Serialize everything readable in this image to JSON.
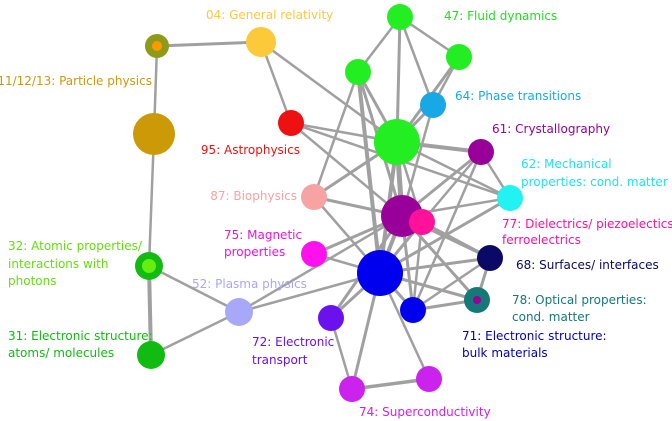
{
  "diagram": {
    "nodes": [
      {
        "id": "n04",
        "color": "#fcc93b"
      },
      {
        "id": "n47a",
        "color": "#22ee22"
      },
      {
        "id": "n47b",
        "color": "#22ee22"
      },
      {
        "id": "n47c",
        "color": "#22ee22"
      },
      {
        "id": "n47main",
        "color": "#22ee22"
      },
      {
        "id": "n64",
        "color": "#18a8e6"
      },
      {
        "id": "n11",
        "color": "#8f9b18"
      },
      {
        "id": "n11main",
        "color": "#cc9a06"
      },
      {
        "id": "n95",
        "color": "#ee1111"
      },
      {
        "id": "n61",
        "color": "#990099"
      },
      {
        "id": "n62",
        "color": "#22f2f2"
      },
      {
        "id": "n87",
        "color": "#f7a3a3"
      },
      {
        "id": "n61main",
        "color": "#990099"
      },
      {
        "id": "n77",
        "color": "#ff1199"
      },
      {
        "id": "n68",
        "color": "#0a0a66"
      },
      {
        "id": "n75",
        "color": "#ff11ee"
      },
      {
        "id": "n32",
        "color": "#11bb11"
      },
      {
        "id": "n52",
        "color": "#a8a8f8"
      },
      {
        "id": "nMain",
        "color": "#0000ee"
      },
      {
        "id": "n78",
        "color": "#177878"
      },
      {
        "id": "n71",
        "color": "#0000ee"
      },
      {
        "id": "n72",
        "color": "#6a11ee"
      },
      {
        "id": "n31",
        "color": "#11bb11"
      },
      {
        "id": "n74a",
        "color": "#cc22ee"
      },
      {
        "id": "n74b",
        "color": "#cc22ee"
      }
    ],
    "labels": [
      {
        "key": "l04",
        "text": "04: General relativity",
        "color": "#fcc93b"
      },
      {
        "key": "l47",
        "text": "47: Fluid dynamics",
        "color": "#22dd22"
      },
      {
        "key": "l11",
        "text": "11/12/13: Particle physics",
        "color": "#cc9a06"
      },
      {
        "key": "l64",
        "text": "64: Phase transitions",
        "color": "#18a8e6"
      },
      {
        "key": "l61",
        "text": "61: Crystallography",
        "color": "#990099"
      },
      {
        "key": "l95",
        "text": "95: Astrophysics",
        "color": "#ee1111"
      },
      {
        "key": "l62a",
        "text": "62: Mechanical",
        "color": "#22e0f0"
      },
      {
        "key": "l62b",
        "text": "properties: cond. matter",
        "color": "#22e0f0"
      },
      {
        "key": "l87",
        "text": "87: Biophysics",
        "color": "#f7a3a3"
      },
      {
        "key": "l75a",
        "text": "75: Magnetic",
        "color": "#ee11dd"
      },
      {
        "key": "l75b",
        "text": "properties",
        "color": "#ee11dd"
      },
      {
        "key": "l77a",
        "text": "77: Dielectrics/ piezoelectics/",
        "color": "#ff1199"
      },
      {
        "key": "l77b",
        "text": "ferroelectrics",
        "color": "#ff1199"
      },
      {
        "key": "l32a",
        "text": "32: Atomic properties/",
        "color": "#66dd11"
      },
      {
        "key": "l32b",
        "text": "interactions with",
        "color": "#66dd11"
      },
      {
        "key": "l32c",
        "text": "photons",
        "color": "#66dd11"
      },
      {
        "key": "l68",
        "text": "68: Surfaces/ interfaces",
        "color": "#0a0a66"
      },
      {
        "key": "l52",
        "text": "52: Plasma physics",
        "color": "#a8a8f8"
      },
      {
        "key": "l78a",
        "text": "78: Optical properties:",
        "color": "#177878"
      },
      {
        "key": "l78b",
        "text": "cond. matter",
        "color": "#177878"
      },
      {
        "key": "l31a",
        "text": "31: Electronic structure:",
        "color": "#11bb11"
      },
      {
        "key": "l31b",
        "text": "atoms/ molecules",
        "color": "#11bb11"
      },
      {
        "key": "l72a",
        "text": "72: Electronic",
        "color": "#6a11ee"
      },
      {
        "key": "l72b",
        "text": "transport",
        "color": "#6a11ee"
      },
      {
        "key": "l71a",
        "text": "71: Electronic structure:",
        "color": "#0000bb"
      },
      {
        "key": "l71b",
        "text": "bulk materials",
        "color": "#0000bb"
      },
      {
        "key": "l74",
        "text": "74: Superconductivity",
        "color": "#cc22ee"
      }
    ]
  }
}
